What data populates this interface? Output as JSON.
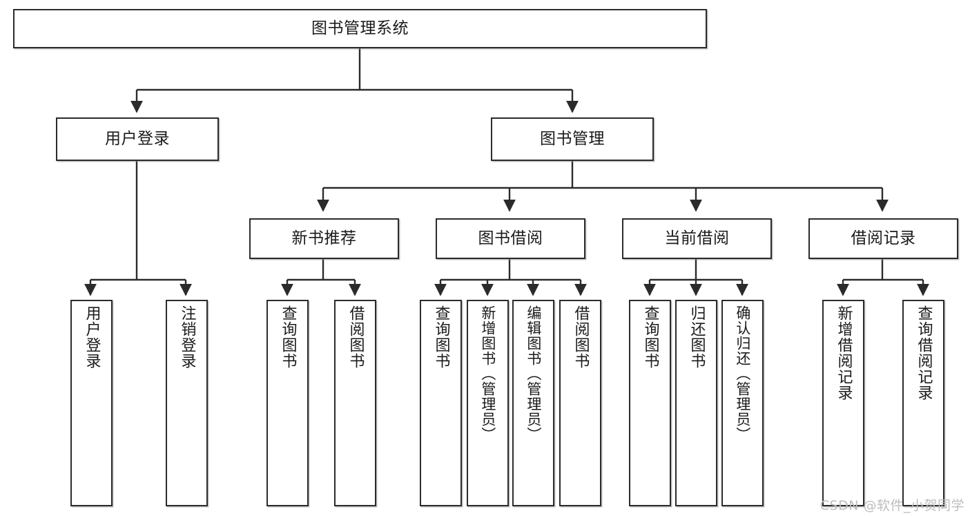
{
  "diagram": {
    "title": "图书管理系统",
    "watermark": "CSDN @软件_小贺同学",
    "type": "tree-hierarchy",
    "line_color": "#2b2b2b",
    "box_fill": "#ffffff",
    "text_color": "#1a1a1a",
    "nodes": {
      "root": {
        "label": "图书管理系统"
      },
      "level2": [
        {
          "id": "user-login",
          "label": "用户登录"
        },
        {
          "id": "book-management",
          "label": "图书管理"
        }
      ],
      "level3": [
        {
          "id": "new-book-recommend",
          "label": "新书推荐"
        },
        {
          "id": "book-borrow",
          "label": "图书借阅"
        },
        {
          "id": "current-borrow",
          "label": "当前借阅"
        },
        {
          "id": "borrow-record",
          "label": "借阅记录"
        }
      ],
      "leaves": {
        "user_login": [
          {
            "id": "leaf-user-login",
            "label": "用户登录"
          },
          {
            "id": "leaf-logout-login",
            "label": "注销登录"
          }
        ],
        "new_book_recommend": [
          {
            "id": "leaf-query-book-1",
            "label": "查询图书"
          },
          {
            "id": "leaf-borrow-book-1",
            "label": "借阅图书"
          }
        ],
        "book_borrow": [
          {
            "id": "leaf-query-book-2",
            "label": "查询图书"
          },
          {
            "id": "leaf-add-book",
            "label": "新增图书（管理员）"
          },
          {
            "id": "leaf-edit-book",
            "label": "编辑图书（管理员）"
          },
          {
            "id": "leaf-borrow-book-2",
            "label": "借阅图书"
          }
        ],
        "current_borrow": [
          {
            "id": "leaf-query-book-3",
            "label": "查询图书"
          },
          {
            "id": "leaf-return-book",
            "label": "归还图书"
          },
          {
            "id": "leaf-confirm-return",
            "label": "确认归还（管理员）"
          }
        ],
        "borrow_record": [
          {
            "id": "leaf-add-record",
            "label": "新增借阅记录"
          },
          {
            "id": "leaf-query-record",
            "label": "查询借阅记录"
          }
        ]
      }
    }
  }
}
